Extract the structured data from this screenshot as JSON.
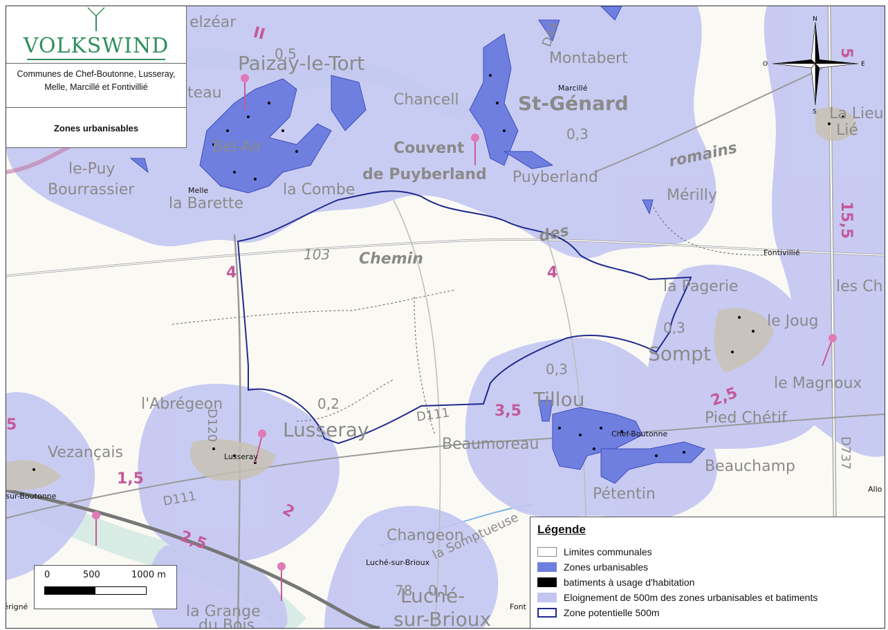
{
  "title_block": {
    "logo": "VOLKSWIND",
    "communes": "Communes de Chef-Boutonne, Lusseray, Melle, Marcillé et Fontivillié",
    "map_title": "Zones urbanisables"
  },
  "legend": {
    "title": "Légende",
    "items": [
      {
        "label": "Limites communales",
        "swatch_fill": "#ffffff",
        "swatch_border": "#888888"
      },
      {
        "label": "Zones urbanisables",
        "swatch_fill": "#6f7fe0",
        "swatch_border": "#6f7fe0"
      },
      {
        "label": "batiments à usage d'habitation",
        "swatch_fill": "#000000",
        "swatch_border": "#000000"
      },
      {
        "label": "Eloignement de 500m des zones urbanisables et batiments",
        "swatch_fill": "#c3c6f2",
        "swatch_border": "#c3c6f2"
      },
      {
        "label": "Zone potentielle 500m",
        "swatch_fill": "#ffffff",
        "swatch_border": "#1f2a8c"
      }
    ]
  },
  "scale": {
    "labels": [
      "0",
      "500",
      "1000 m"
    ]
  },
  "compass": {
    "n": "N",
    "s": "S",
    "e": "E",
    "o": "O"
  },
  "commune_labels": [
    "Melle",
    "Marcillé",
    "Fontivillié",
    "Lusseray",
    "Chef-Boutonne",
    "Luché-sur-Brioux",
    "Brioux-sur-Boutonne",
    "Périgné",
    "Font",
    "Allo"
  ],
  "place_labels": [
    "Paizay-le-Tort",
    "Chancell",
    "St-Génard",
    "Montabert",
    "Couvent",
    "de Puyberland",
    "Puyberland",
    "romains",
    "Mérilly",
    "le-Puy",
    "Bourrassier",
    "la Barette",
    "la Combe",
    "Chemin",
    "des",
    "la Pagerie",
    "les Ch",
    "le Joug",
    "Sompt",
    "le Magnoux",
    "Tillou",
    "Pied Chétif",
    "Beaumoreau",
    "Beauchamp",
    "Pétentin",
    "l'Abrégeon",
    "Lusseray",
    "Vezançais",
    "Changeon",
    "Luché-",
    "sur-Brioux",
    "la Grange",
    "du Bois",
    "la Somptueuse",
    "elzéar",
    "teau",
    "Bel-Air",
    "La Lieu",
    "Lié"
  ],
  "road_numbers": [
    "0,5",
    "0,3",
    "103",
    "4",
    "4",
    "0,3",
    "0,3",
    "0,2",
    "3,5",
    "2,5",
    "1,5",
    "2,5",
    "2",
    "0,1",
    "78",
    "5",
    "15,5",
    "5",
    "D120",
    "D111",
    "D111",
    "D737",
    "D44",
    "II"
  ],
  "colors": {
    "buffer": "#c3c6f2",
    "zone": "#6f7fe0",
    "zone_outline": "#1f2a8c",
    "building": "#000000",
    "village": "#c9c0b0",
    "background": "#fbf9f4"
  }
}
